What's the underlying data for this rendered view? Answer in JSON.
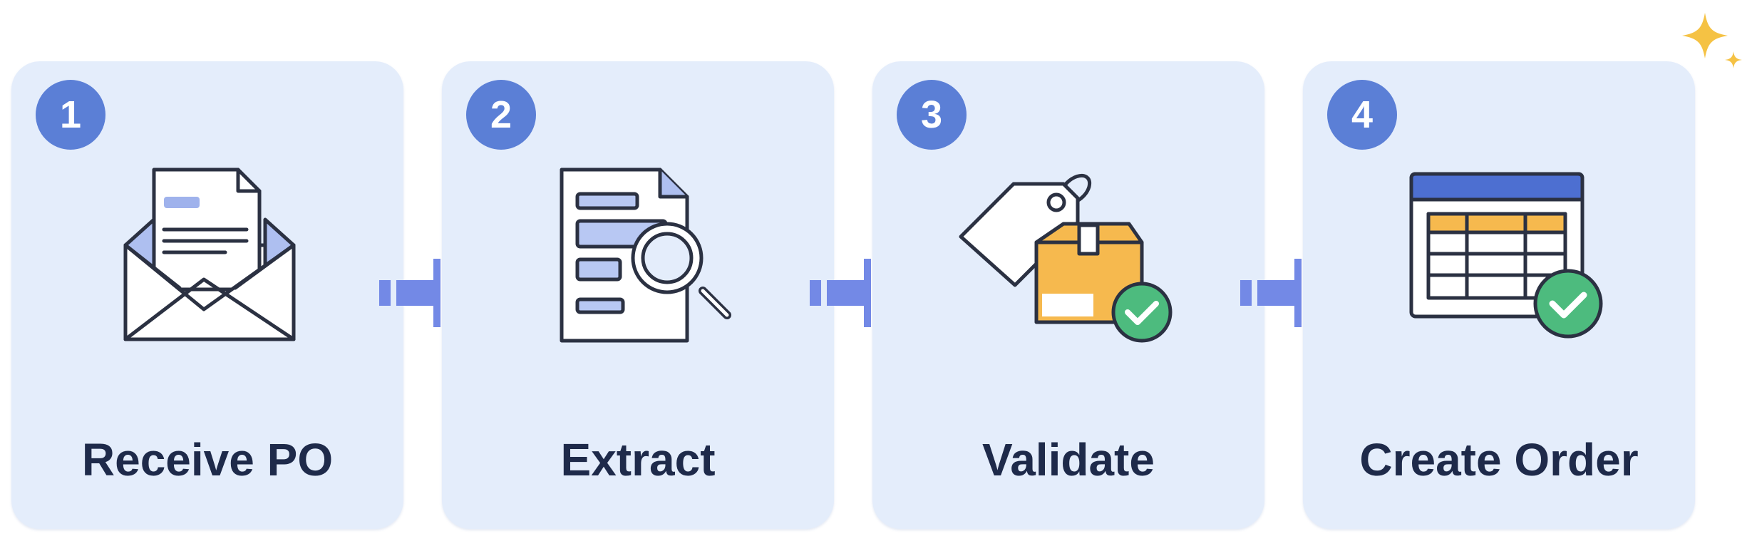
{
  "colors": {
    "card_bg": "#e4edfb",
    "badge": "#5b7fd6",
    "label_text": "#1e2a4a",
    "arrow": "#7389e6",
    "icon_stroke": "#2b3142",
    "check_green": "#4dbb7e",
    "box_orange": "#f6b94e",
    "sparkle": "#f5c244"
  },
  "steps": [
    {
      "number": "1",
      "label": "Receive PO",
      "icon": "envelope-with-document-icon"
    },
    {
      "number": "2",
      "label": "Extract",
      "icon": "document-magnifier-icon"
    },
    {
      "number": "3",
      "label": "Validate",
      "icon": "tagged-box-check-icon"
    },
    {
      "number": "4",
      "label": "Create Order",
      "icon": "spreadsheet-check-icon"
    }
  ]
}
